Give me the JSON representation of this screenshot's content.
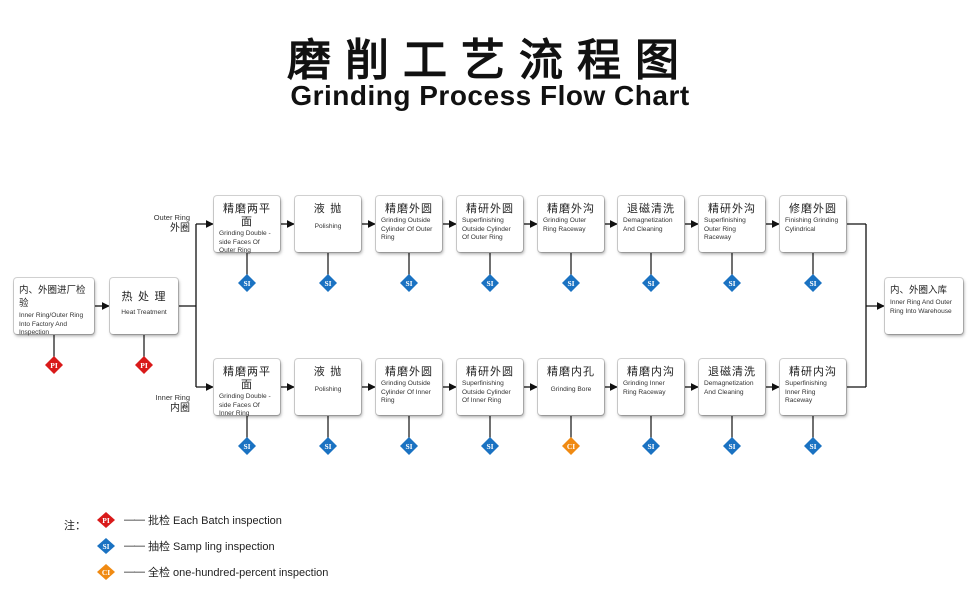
{
  "title_cn": "磨削工艺流程图",
  "title_en": "Grinding Process Flow Chart",
  "colors": {
    "PI": "#d91a1a",
    "SI": "#1a72c2",
    "CI": "#f08a12"
  },
  "start_box": {
    "cn": "内、外圈进厂检验",
    "en": "Inner Ring/Outer Ring Into Factory And Inspection",
    "mark": "PI"
  },
  "heat_box": {
    "cn": "热 处 理",
    "en": "Heat Treatment",
    "mark": "PI"
  },
  "end_box": {
    "cn": "内、外圈入库",
    "en": "Inner Ring And Outer Ring Into Warehouse"
  },
  "outer_label": {
    "en": "Outer Ring",
    "cn": "外圈"
  },
  "inner_label": {
    "en": "Inner Ring",
    "cn": "内圈"
  },
  "outer_steps": [
    {
      "cn": "精磨两平面",
      "en": "Grinding Double -side Faces Of Outer Ring",
      "mark": "SI"
    },
    {
      "cn": "液 抛",
      "en": "Polishing",
      "mark": "SI"
    },
    {
      "cn": "精磨外圆",
      "en": "Grinding Outside Cylinder Of Outer Ring",
      "mark": "SI"
    },
    {
      "cn": "精研外圆",
      "en": "Superfinishing Outside Cylinder Of Outer Ring",
      "mark": "SI"
    },
    {
      "cn": "精磨外沟",
      "en": "Grinding Outer Ring Raceway",
      "mark": "SI"
    },
    {
      "cn": "退磁清洗",
      "en": "Demagnetization And Cleaning",
      "mark": "SI"
    },
    {
      "cn": "精研外沟",
      "en": "Superfinishing Outer Ring Raceway",
      "mark": "SI"
    },
    {
      "cn": "修磨外圆",
      "en": "Finishing Grinding Cylindrical",
      "mark": "SI"
    }
  ],
  "inner_steps": [
    {
      "cn": "精磨两平面",
      "en": "Grinding Double -side Faces Of Inner Ring",
      "mark": "SI"
    },
    {
      "cn": "液 抛",
      "en": "Polishing",
      "mark": "SI"
    },
    {
      "cn": "精磨外圆",
      "en": "Grinding Outside Cylinder Of Inner Ring",
      "mark": "SI"
    },
    {
      "cn": "精研外圆",
      "en": "Superfinishing Outside Cylinder Of Inner Ring",
      "mark": "SI"
    },
    {
      "cn": "精磨内孔",
      "en": "Grinding Bore",
      "mark": "CI"
    },
    {
      "cn": "精磨内沟",
      "en": "Grinding Inner Ring Raceway",
      "mark": "SI"
    },
    {
      "cn": "退磁清洗",
      "en": "Demagnetization And Cleaning",
      "mark": "SI"
    },
    {
      "cn": "精研内沟",
      "en": "Superfinishing Inner Ring Raceway",
      "mark": "SI"
    }
  ],
  "legend": {
    "note": "注：",
    "items": [
      {
        "mark": "PI",
        "dash": "——",
        "text": "批检 Each Batch inspection"
      },
      {
        "mark": "SI",
        "dash": "——",
        "text": "抽检 Samp ling inspection"
      },
      {
        "mark": "CI",
        "dash": "——",
        "text": "全检 one-hundred-percent inspection"
      }
    ]
  }
}
